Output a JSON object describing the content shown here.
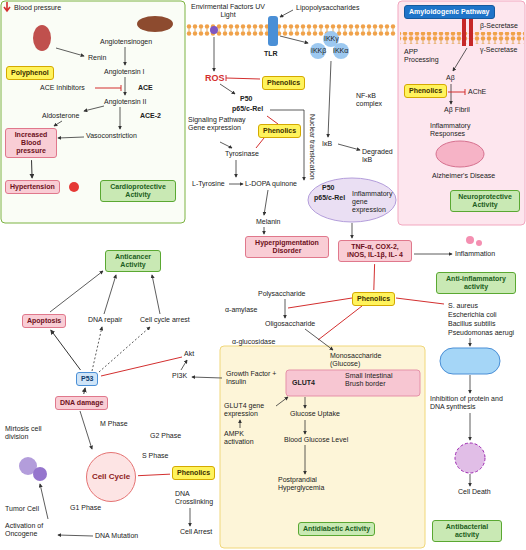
{
  "diagram": {
    "nodes": [
      {
        "text": [
          "Polyphenol"
        ]
      },
      {
        "text": [
          "Increased Blood pressure"
        ]
      },
      {
        "text": [
          "Hypertension"
        ]
      },
      {
        "text": [
          "Cardioprotective Activity"
        ]
      },
      {
        "text": [
          "Phenolics"
        ]
      },
      {
        "text": [
          "Phenolics"
        ]
      },
      {
        "text": [
          "Amyloidogenic Pathway"
        ]
      },
      {
        "text": [
          "Phenolics"
        ]
      },
      {
        "text": [
          "Neuroprotective Activity"
        ]
      },
      {
        "text": [
          "Hyperpigmentation Disorder"
        ]
      },
      {
        "text": [
          "Anticancer Activity"
        ]
      },
      {
        "text": [
          "Apoptosis"
        ]
      },
      {
        "text": [
          "P53"
        ]
      },
      {
        "text": [
          "DNA damage"
        ]
      },
      {
        "text": [
          "TNF-α, COX-2, iNOS, IL-1β, IL- 4"
        ]
      },
      {
        "text": [
          "Anti-inflammatory activity"
        ]
      },
      {
        "text": [
          "Phenolics"
        ]
      },
      {
        "text": [
          "Cell Cycle"
        ]
      },
      {
        "text": [
          "Phenolics"
        ]
      },
      {
        "text": [
          "Antidiabetic Activity"
        ]
      },
      {
        "text": [
          "Antibacterial activity"
        ]
      }
    ],
    "edges": [
      {
        "from": 1,
        "to": 2,
        "arrow": "to"
      },
      {
        "from": 13,
        "to": 12,
        "arrow": "to"
      },
      {
        "from": 12,
        "to": 11,
        "arrow": "to"
      },
      {
        "from": 16,
        "to": 14,
        "arrow": "none"
      },
      {
        "from": 18,
        "to": 17,
        "arrow": "none"
      }
    ],
    "labels": [
      "Blood pressure",
      "Angiotensinogen",
      "Renin",
      "Angiotensin I",
      "ACE Inhibitors",
      "ACE",
      "Angiotensin II",
      "ACE-2",
      "Aldosterone",
      "Vasoconstriction",
      "Envirmental Factors UV Light",
      "Lipopolysaccharides",
      "TLR",
      "IKKγ",
      "IKKβ",
      "IKKα",
      "ROS",
      "P50",
      "p65/c-Rel",
      "NF-κB complex",
      "Signaling Pathway Gene expression",
      "IκB",
      "Degraded IκB",
      "Tyrosinase",
      "L-Tyrosine",
      "L-DOPA quinone",
      "Nuclear translocation",
      "Melanin",
      "P50",
      "p65/c-Rel",
      "Inflammatory gene expression",
      "β-Secretase",
      "γ-Secretase",
      "APP Processing",
      "Aβ",
      "AChE",
      "Aβ Fibril",
      "Inflammatory Responses",
      "Alzheimer's Disease",
      "Inflammation",
      "Polysaccharide",
      "α-amylase",
      "Oligosaccharide",
      "α-glucosidase",
      "Monosaccharide (Glucose)",
      "S. aureus",
      "Escherichia coli",
      "Bacillus subtilis",
      "Pseudomonas aerugi",
      "GLUT4",
      "Small Intestinal Brush border",
      "Growth Factor + Insulin",
      "GLUT4 gene expression",
      "AMPK activation",
      "Glucose Uptake",
      "Blood Glucose Level",
      "Postprandial Hyperglycemia",
      "Inhibition of protein and DNA synthesis",
      "Cell Death",
      "DNA repair",
      "Cell cycle arrest",
      "Akt",
      "PI3K",
      "Mirtosis cell division",
      "M Phase",
      "G2 Phase",
      "S Phase",
      "G1 Phase",
      "Tumor Cell",
      "DNA Crosslinking",
      "Cell Arrest",
      "Activation of Oncogene",
      "DNA Mutation"
    ]
  }
}
